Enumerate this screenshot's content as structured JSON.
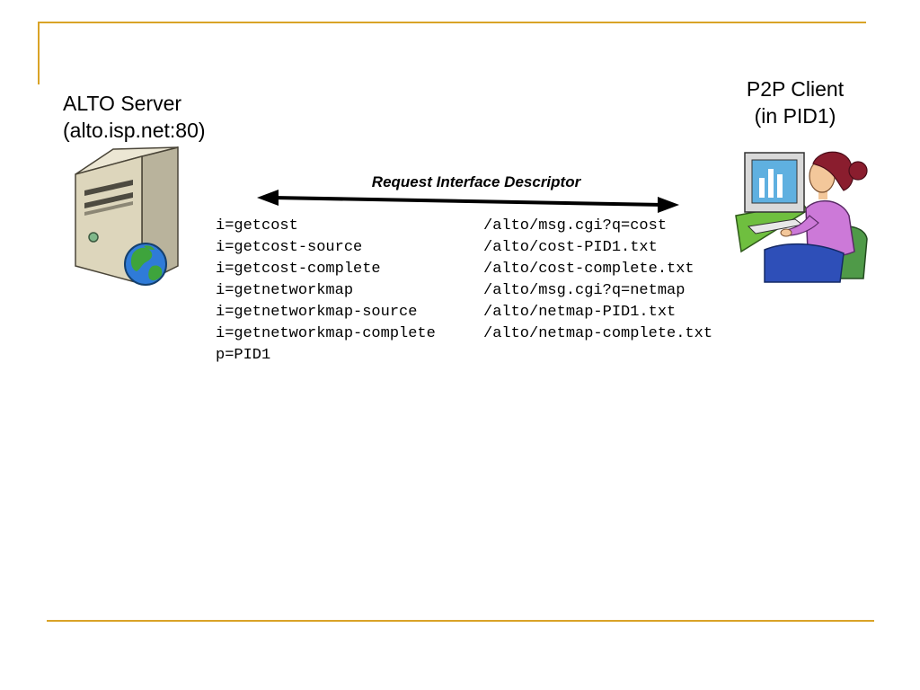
{
  "server": {
    "name": "ALTO Server",
    "address": "(alto.isp.net:80)",
    "icon": "server-globe-icon"
  },
  "client": {
    "name": "P2P Client",
    "location": "(in PID1)",
    "icon": "user-at-computer-icon"
  },
  "arrow": {
    "label": "Request Interface Descriptor",
    "icon": "double-headed-arrow-icon"
  },
  "entries": [
    {
      "key": "i=getcost",
      "value": "/alto/msg.cgi?q=cost"
    },
    {
      "key": "i=getcost-source",
      "value": "/alto/cost-PID1.txt"
    },
    {
      "key": "i=getcost-complete",
      "value": "/alto/cost-complete.txt"
    },
    {
      "key": "i=getnetworkmap",
      "value": "/alto/msg.cgi?q=netmap"
    },
    {
      "key": "i=getnetworkmap-source",
      "value": "/alto/netmap-PID1.txt"
    },
    {
      "key": "i=getnetworkmap-complete",
      "value": "/alto/netmap-complete.txt"
    },
    {
      "key": "p=PID1",
      "value": ""
    }
  ],
  "colors": {
    "accent_rule": "#d9a327",
    "text": "#000000"
  }
}
